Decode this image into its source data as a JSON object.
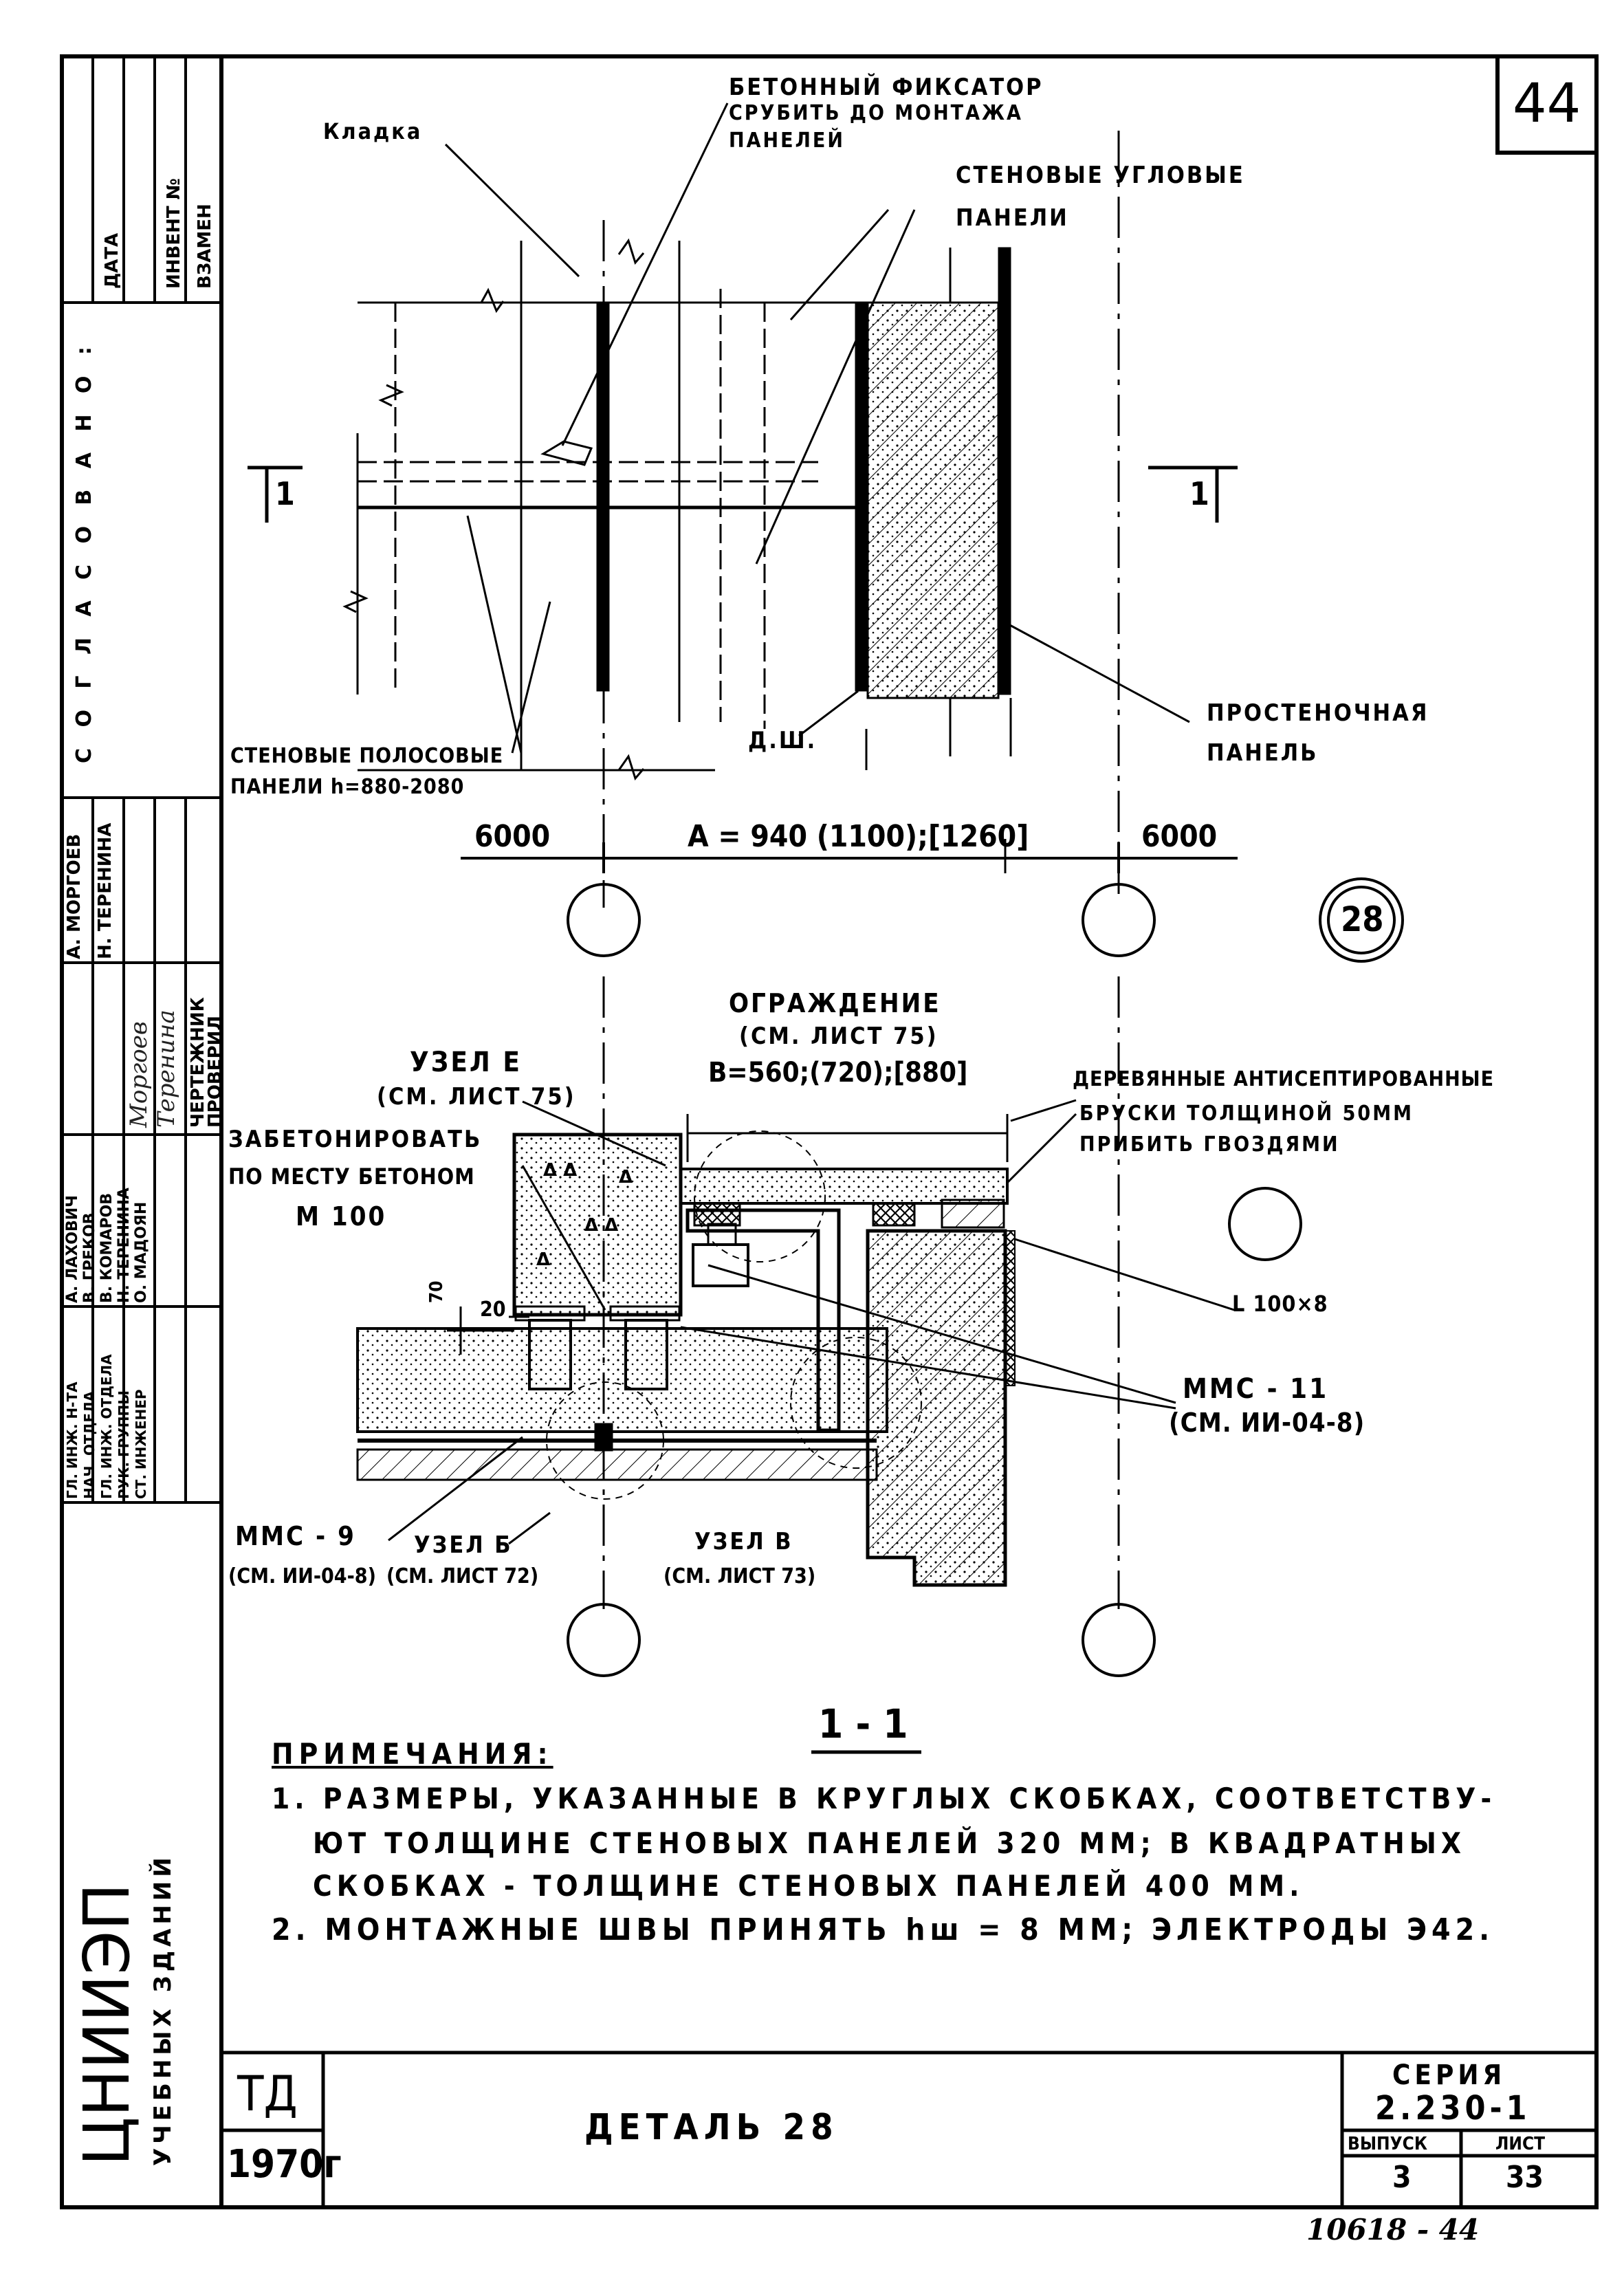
{
  "sheet_number": "44",
  "labels": {
    "kladka": "Кладка",
    "fixator_1": "БЕТОННЫЙ ФИКСАТОР",
    "fixator_2": "СРУБИТЬ ДО МОНТАЖА",
    "fixator_3": "ПАНЕЛЕЙ",
    "corner_panels_1": "СТЕНОВЫЕ УГЛОВЫЕ",
    "corner_panels_2": "ПАНЕЛИ",
    "strip_panels_1": "СТЕНОВЫЕ ПОЛОСОВЫЕ",
    "strip_panels_2": "ПАНЕЛИ h=880-2080",
    "ds": "Д.Ш.",
    "pier_panel_1": "ПРОСТЕНОЧНАЯ",
    "pier_panel_2": "ПАНЕЛЬ",
    "section_mark": "1",
    "dim_left": "6000",
    "dim_mid": "А = 940 (1100);[1260]",
    "dim_right": "6000",
    "detail_number": "28",
    "fence_1": "ОГРАЖДЕНИЕ",
    "fence_2": "(СМ. ЛИСТ 75)",
    "fence_3": "В=560;(720);[880]",
    "node_e_1": "УЗЕЛ Е",
    "node_e_2": "(СМ. ЛИСТ 75)",
    "concrete_1": "ЗАБЕТОНИРОВАТЬ",
    "concrete_2": "ПО МЕСТУ БЕТОНОМ",
    "concrete_3": "М 100",
    "wood_1": "ДЕРЕВЯННЫЕ АНТИСЕПТИРОВАННЫЕ",
    "wood_2": "БРУСКИ ТОЛЩИНОЙ 50ММ",
    "wood_3": "ПРИБИТЬ ГВОЗДЯМИ",
    "angle": "L 100×8",
    "dim_70": "70",
    "dim_20": "20",
    "mmc11_1": "ММС - 11",
    "mmc11_2": "(СМ. ИИ-04-8)",
    "mmc9_1": "ММС - 9",
    "mmc9_2": "(СМ. ИИ-04-8)",
    "node_b_1": "УЗЕЛ Б",
    "node_b_2": "(СМ. ЛИСТ 72)",
    "node_v_1": "УЗЕЛ В",
    "node_v_2": "(СМ. ЛИСТ 73)",
    "section_title": "1 - 1"
  },
  "notes": {
    "heading": "ПРИМЕЧАНИЯ:",
    "n1_l1": "1. РАЗМЕРЫ, УКАЗАННЫЕ В КРУГЛЫХ СКОБКАХ, СООТВЕТСТВУ-",
    "n1_l2": "ЮТ ТОЛЩИНЕ СТЕНОВЫХ ПАНЕЛЕЙ 320 ММ; В КВАДРАТНЫХ",
    "n1_l3": "СКОБКАХ - ТОЛЩИНЕ СТЕНОВЫХ ПАНЕЛЕЙ 400 ММ.",
    "n2": "2. МОНТАЖНЫЕ ШВЫ ПРИНЯТЬ hш = 8 ММ; ЭЛЕКТРОДЫ Э42."
  },
  "sidebar": {
    "data": "ДАТА",
    "invent": "ИНВЕНТ №",
    "vzamen": "ВЗАМЕН",
    "soglasovano": "С О Г Л А С О В А Н О :",
    "names_top": [
      [
        "А. МОРГОЕВ",
        "Н. ТЕРЕНИНА"
      ]
    ],
    "roles_top": [
      "ЧЕРТЕЖНИК",
      "ПРОВЕРИЛ"
    ],
    "names_mid": [
      "А. ЛАХОВИЧ",
      "В. ГРЕКОВ",
      "В. КОМАРОВ",
      "Н. ТЕРЕНИНА",
      "О. МАДОЯН"
    ],
    "roles_mid": [
      "ГЛ. ИНЖ. Н-ТА",
      "НАЧ. ОТДЕЛА",
      "ГЛ. ИНЖ. ОТДЕЛА",
      "РУК. ГРУППЫ",
      "СТ. ИНЖЕНЕР"
    ],
    "org_1": "ЦНИИЭП",
    "org_2": "УЧЕБНЫХ ЗДАНИЙ"
  },
  "title_block": {
    "td": "ТД",
    "year": "1970г",
    "title": "ДЕТАЛЬ 28",
    "seriya_label": "СЕРИЯ",
    "seriya": "2.230-1",
    "vypusk_label": "ВЫПУСК",
    "vypusk": "3",
    "list_label": "ЛИСТ",
    "list": "33",
    "stamp": "10618 - 44"
  }
}
